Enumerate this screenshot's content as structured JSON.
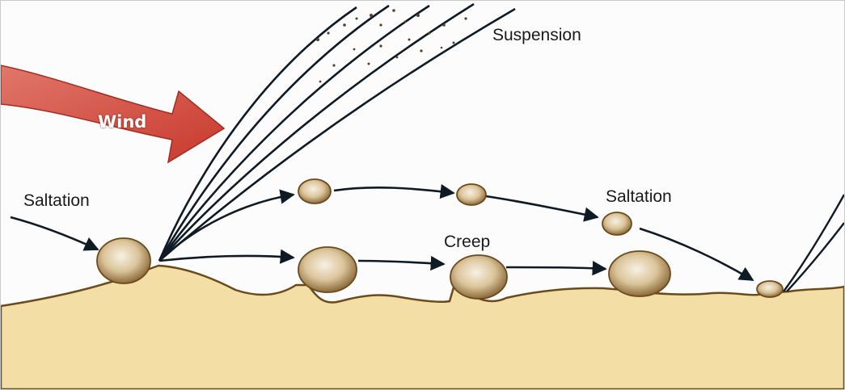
{
  "diagram": {
    "labels": {
      "wind": "Wind",
      "suspension": "Suspension",
      "saltation_left": "Saltation",
      "saltation_right": "Saltation",
      "creep": "Creep"
    },
    "colors": {
      "sand": "#f3dfa6",
      "sand_edge": "#6b4a1c",
      "arrow": "#0f1a24",
      "wind_arrow": "#d94a3c",
      "grain": "#c9a36a",
      "background": "#fbfcfb"
    },
    "icons": {
      "wind": "wind-arrow-icon",
      "grain": "sand-grain-icon"
    }
  }
}
